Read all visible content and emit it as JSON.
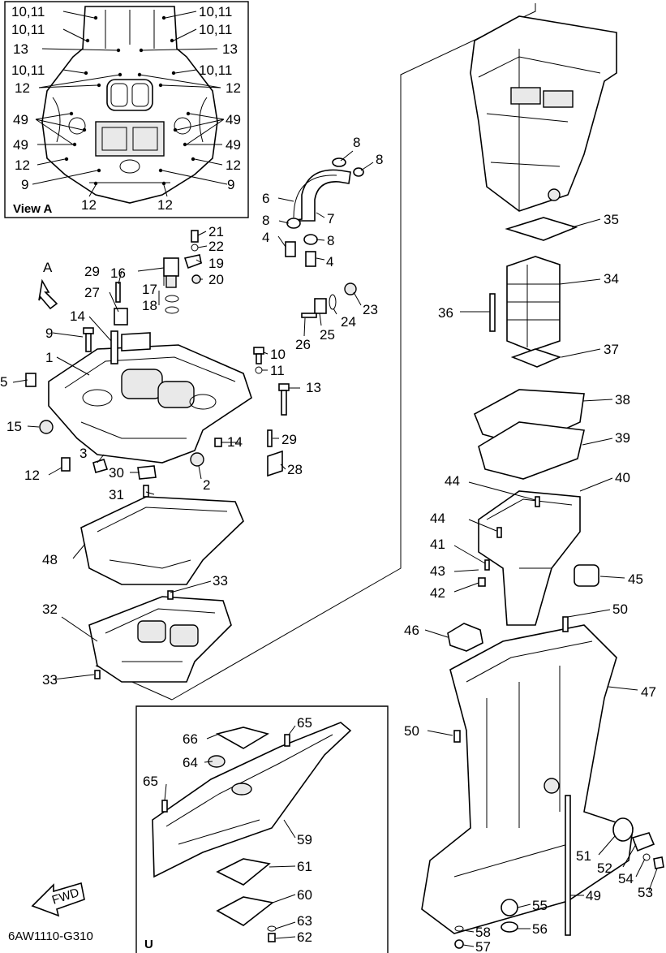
{
  "diagram_code": "6AW1110-G310",
  "view_label": "View A",
  "view_arrow_label": "A",
  "fwd_label": "FWD",
  "section_label": "U",
  "view_a_labels": {
    "l1": "10,11",
    "r1": "10,11",
    "l2": "10,11",
    "r2": "10,11",
    "l3": "13",
    "r3": "13",
    "l4": "10,11",
    "r4": "10,11",
    "l5": "12",
    "r5": "12",
    "l6": "49",
    "r6": "49",
    "l7": "49",
    "r7": "49",
    "l8": "12",
    "r8": "12",
    "l9": "9",
    "r9": "9",
    "b1": "12",
    "b2": "12"
  },
  "labels": {
    "p1": "1",
    "p2": "2",
    "p3": "3",
    "p4a": "4",
    "p4b": "4",
    "p5": "5",
    "p6": "6",
    "p7": "7",
    "p8a": "8",
    "p8b": "8",
    "p8c": "8",
    "p8d": "8",
    "p9": "9",
    "p10": "10",
    "p11": "11",
    "p12": "12",
    "p13": "13",
    "p14a": "14",
    "p14b": "14",
    "p15": "15",
    "p16": "16",
    "p17": "17",
    "p18": "18",
    "p19": "19",
    "p20": "20",
    "p21": "21",
    "p22": "22",
    "p23": "23",
    "p24": "24",
    "p25": "25",
    "p26": "26",
    "p27": "27",
    "p28": "28",
    "p29a": "29",
    "p29b": "29",
    "p30": "30",
    "p31": "31",
    "p32": "32",
    "p33a": "33",
    "p33b": "33",
    "p34": "34",
    "p35": "35",
    "p36": "36",
    "p37": "37",
    "p38": "38",
    "p39": "39",
    "p40": "40",
    "p41": "41",
    "p42": "42",
    "p43": "43",
    "p44a": "44",
    "p44b": "44",
    "p45": "45",
    "p46": "46",
    "p47": "47",
    "p48": "48",
    "p49": "49",
    "p50a": "50",
    "p50b": "50",
    "p51": "51",
    "p52": "52",
    "p53": "53",
    "p54": "54",
    "p55": "55",
    "p56": "56",
    "p57": "57",
    "p58": "58",
    "p59": "59",
    "p60": "60",
    "p61": "61",
    "p62": "62",
    "p63": "63",
    "p64": "64",
    "p65a": "65",
    "p65b": "65",
    "p66": "66"
  }
}
